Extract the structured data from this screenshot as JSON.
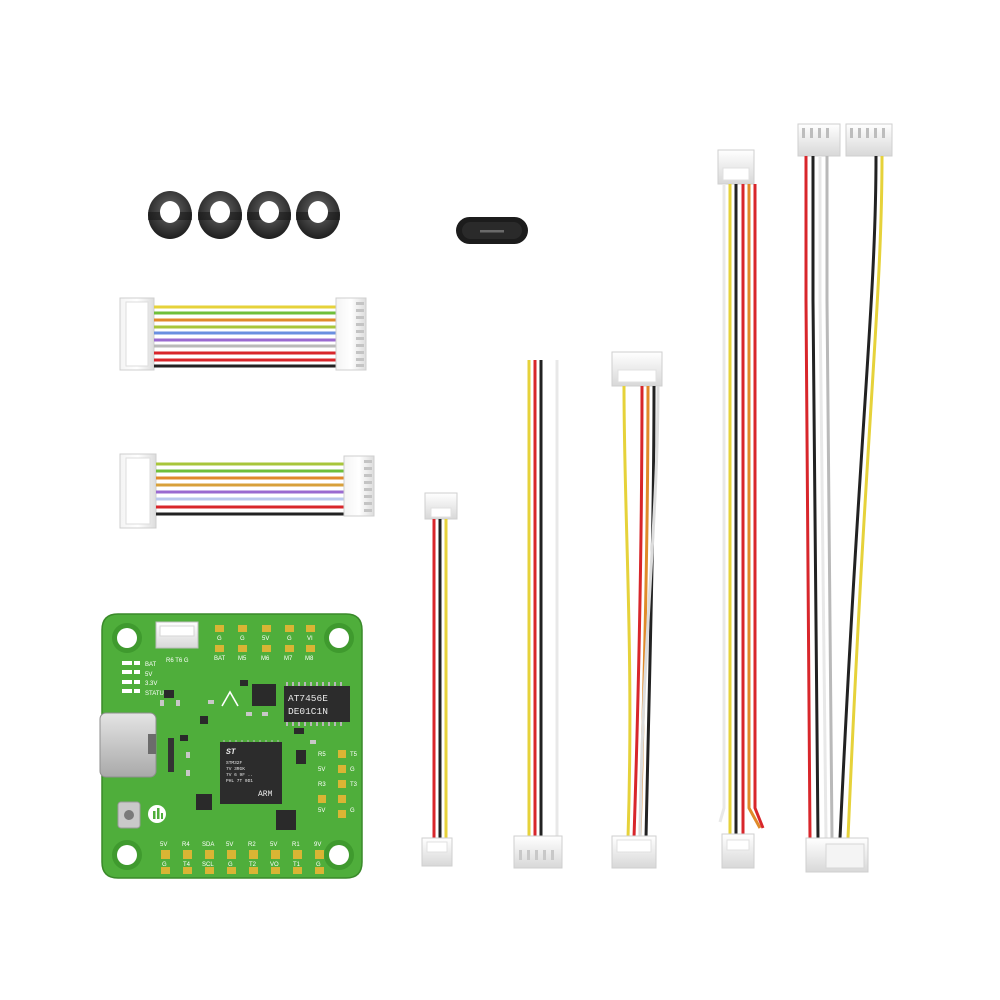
{
  "product": {
    "name": "flight controller kit"
  },
  "board": {
    "led_labels": [
      "BAT",
      "5V",
      "3.3V",
      "STATUS"
    ],
    "top_pad_labels": [
      "G",
      "G",
      "5V",
      "G",
      "VI"
    ],
    "top_pad_sub_labels": [
      "BAT",
      "M5",
      "M6",
      "M7",
      "M8"
    ],
    "right_pad_labels": [
      "R5",
      "T5",
      "5V",
      "G",
      "R3",
      "T3",
      "5V",
      "G"
    ],
    "bottom_pad_labels_top": [
      "5V",
      "R4",
      "SDA",
      "5V",
      "R2",
      "5V",
      "R1",
      "9V"
    ],
    "bottom_pad_labels_bottom": [
      "G",
      "T4",
      "SCL",
      "G",
      "T2",
      "VO",
      "T1",
      "G"
    ],
    "connector_label": "R6 T6 G",
    "flash_chip_text": [
      "AT7456E",
      "DE01C1N"
    ],
    "mcu_brand": "ST",
    "mcu_lines": [
      "STM32F",
      "7V 3RGK",
      "7V 6 9F ..",
      "PHL 7T 0D1"
    ],
    "mcu_arm": "ARM",
    "colors": {
      "pcb": "#4fae3b",
      "pcb_dark": "#3f9a2e",
      "pad": "#d9b534",
      "chip": "#2c2c2c"
    }
  },
  "accessories": {
    "grommets": 4,
    "usb_adapter": "usb-c adapter",
    "ribbon_cables": 2
  },
  "wire_colors": {
    "yellow": "#e6d23a",
    "red": "#d8262b",
    "black": "#222222",
    "white": "#eeeeee",
    "orange": "#e08a2a",
    "green": "#6fbf3a",
    "blue": "#6a8fe0",
    "purple": "#9a6ad0",
    "gray": "#b9b9b9"
  }
}
